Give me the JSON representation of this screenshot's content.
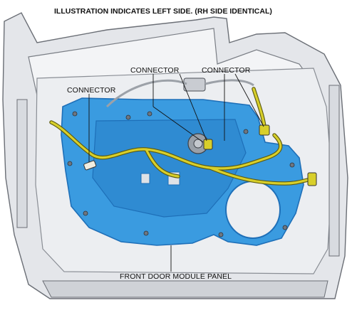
{
  "title": "ILLUSTRATION INDICATES LEFT SIDE. (RH SIDE IDENTICAL)",
  "labels": {
    "connector_left": "CONNECTOR",
    "connector_center": "CONNECTOR",
    "connector_right": "CONNECTOR",
    "panel": "FRONT DOOR MODULE PANEL"
  },
  "colors": {
    "door_frame": "#e4e6ea",
    "door_outline": "#6b6f76",
    "module_panel": "#3a9be0",
    "module_panel_dark": "#1e6fb8",
    "harness": "#d8cf2a",
    "harness_outline": "#5b5a10"
  }
}
